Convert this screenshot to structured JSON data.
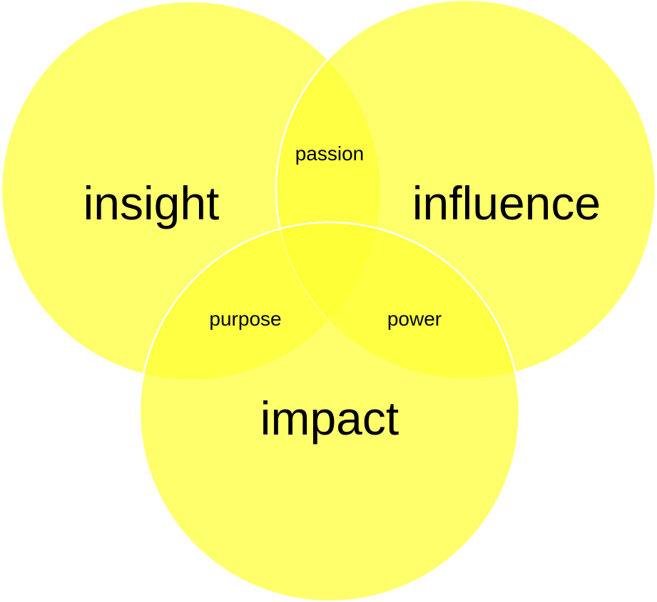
{
  "diagram": {
    "type": "venn",
    "fill_color": "#FFFF33",
    "outline_color": "#FFFFFF",
    "sets": [
      {
        "id": "insight",
        "label": "insight"
      },
      {
        "id": "influence",
        "label": "influence"
      },
      {
        "id": "impact",
        "label": "impact"
      }
    ],
    "intersections": [
      {
        "sets": [
          "insight",
          "influence"
        ],
        "label": "passion"
      },
      {
        "sets": [
          "insight",
          "impact"
        ],
        "label": "purpose"
      },
      {
        "sets": [
          "influence",
          "impact"
        ],
        "label": "power"
      }
    ]
  }
}
